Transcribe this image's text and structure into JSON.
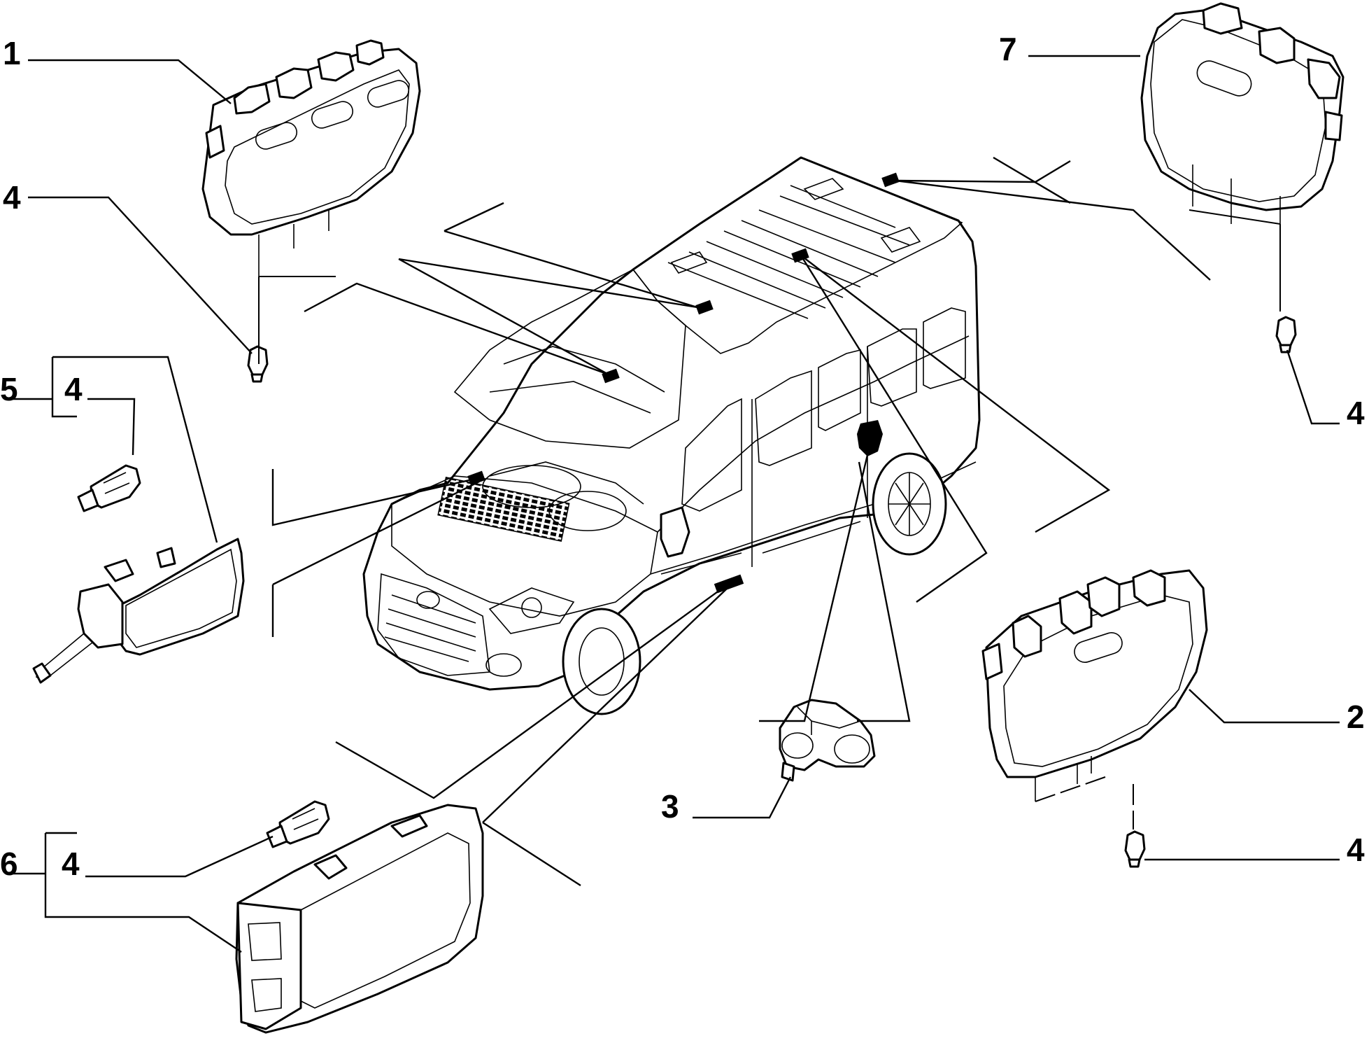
{
  "callouts": {
    "c1": "1",
    "c2": "2",
    "c3": "3",
    "c4a": "4",
    "c4b": "4",
    "c4c": "4",
    "c4d": "4",
    "c4e": "4",
    "c5": "5",
    "c6": "6",
    "c7": "7"
  },
  "colors": {
    "ink": "#000000",
    "paper": "#ffffff"
  }
}
